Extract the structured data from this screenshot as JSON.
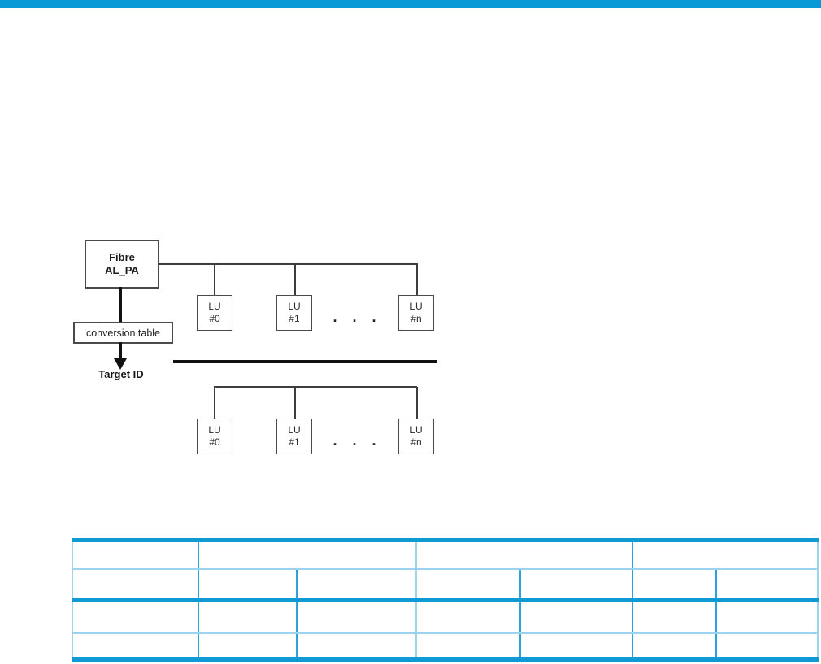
{
  "colors": {
    "top_bar": "#0999d6",
    "table_thick": "#0f9ad6",
    "table_mid": "#2aa3dc",
    "table_light": "#9cd2ee",
    "diagram_border": "#4a4a4a",
    "diagram_line": "#3d3d3d",
    "diagram_black": "#121212"
  },
  "diagram": {
    "fibre": {
      "l1": "Fibre",
      "l2": "AL_PA"
    },
    "conversion_label": "conversion table",
    "target_label": "Target ID",
    "ellipsis": ". . .",
    "top_lu": [
      {
        "l1": "LU",
        "l2": "#0"
      },
      {
        "l1": "LU",
        "l2": "#1"
      },
      {
        "l1": "LU",
        "l2": "#n"
      }
    ],
    "bottom_lu": [
      {
        "l1": "LU",
        "l2": "#0"
      },
      {
        "l1": "LU",
        "l2": "#1"
      },
      {
        "l1": "LU",
        "l2": "#n"
      }
    ]
  },
  "table": {
    "header_row_cells": [
      "",
      "",
      "",
      ""
    ],
    "body_rows": [
      [
        "",
        "",
        "",
        "",
        "",
        "",
        ""
      ],
      [
        "",
        "",
        "",
        "",
        "",
        "",
        ""
      ],
      [
        "",
        "",
        "",
        "",
        "",
        "",
        ""
      ]
    ]
  }
}
